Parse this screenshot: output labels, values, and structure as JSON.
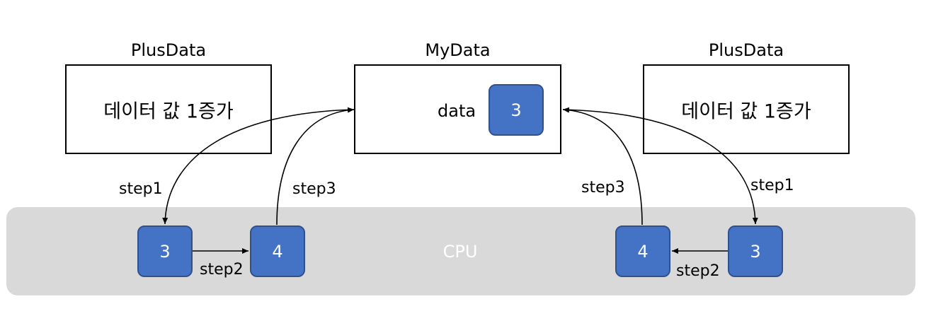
{
  "left_box": {
    "caption": "PlusData",
    "text": "데이터 값 1증가"
  },
  "center_box": {
    "caption": "MyData",
    "field_label": "data",
    "field_value": "3"
  },
  "right_box": {
    "caption": "PlusData",
    "text": "데이터 값 1증가"
  },
  "cpu": {
    "label": "CPU",
    "left_cells": [
      "3",
      "4"
    ],
    "right_cells": [
      "4",
      "3"
    ]
  },
  "steps": {
    "left_step1": "step1",
    "left_step2": "step2",
    "left_step3": "step3",
    "right_step1": "step1",
    "right_step2": "step2",
    "right_step3": "step3"
  },
  "colors": {
    "cell_fill": "#4472c4",
    "cell_border": "#2f528f",
    "cpu_band": "#d9d9d9"
  }
}
